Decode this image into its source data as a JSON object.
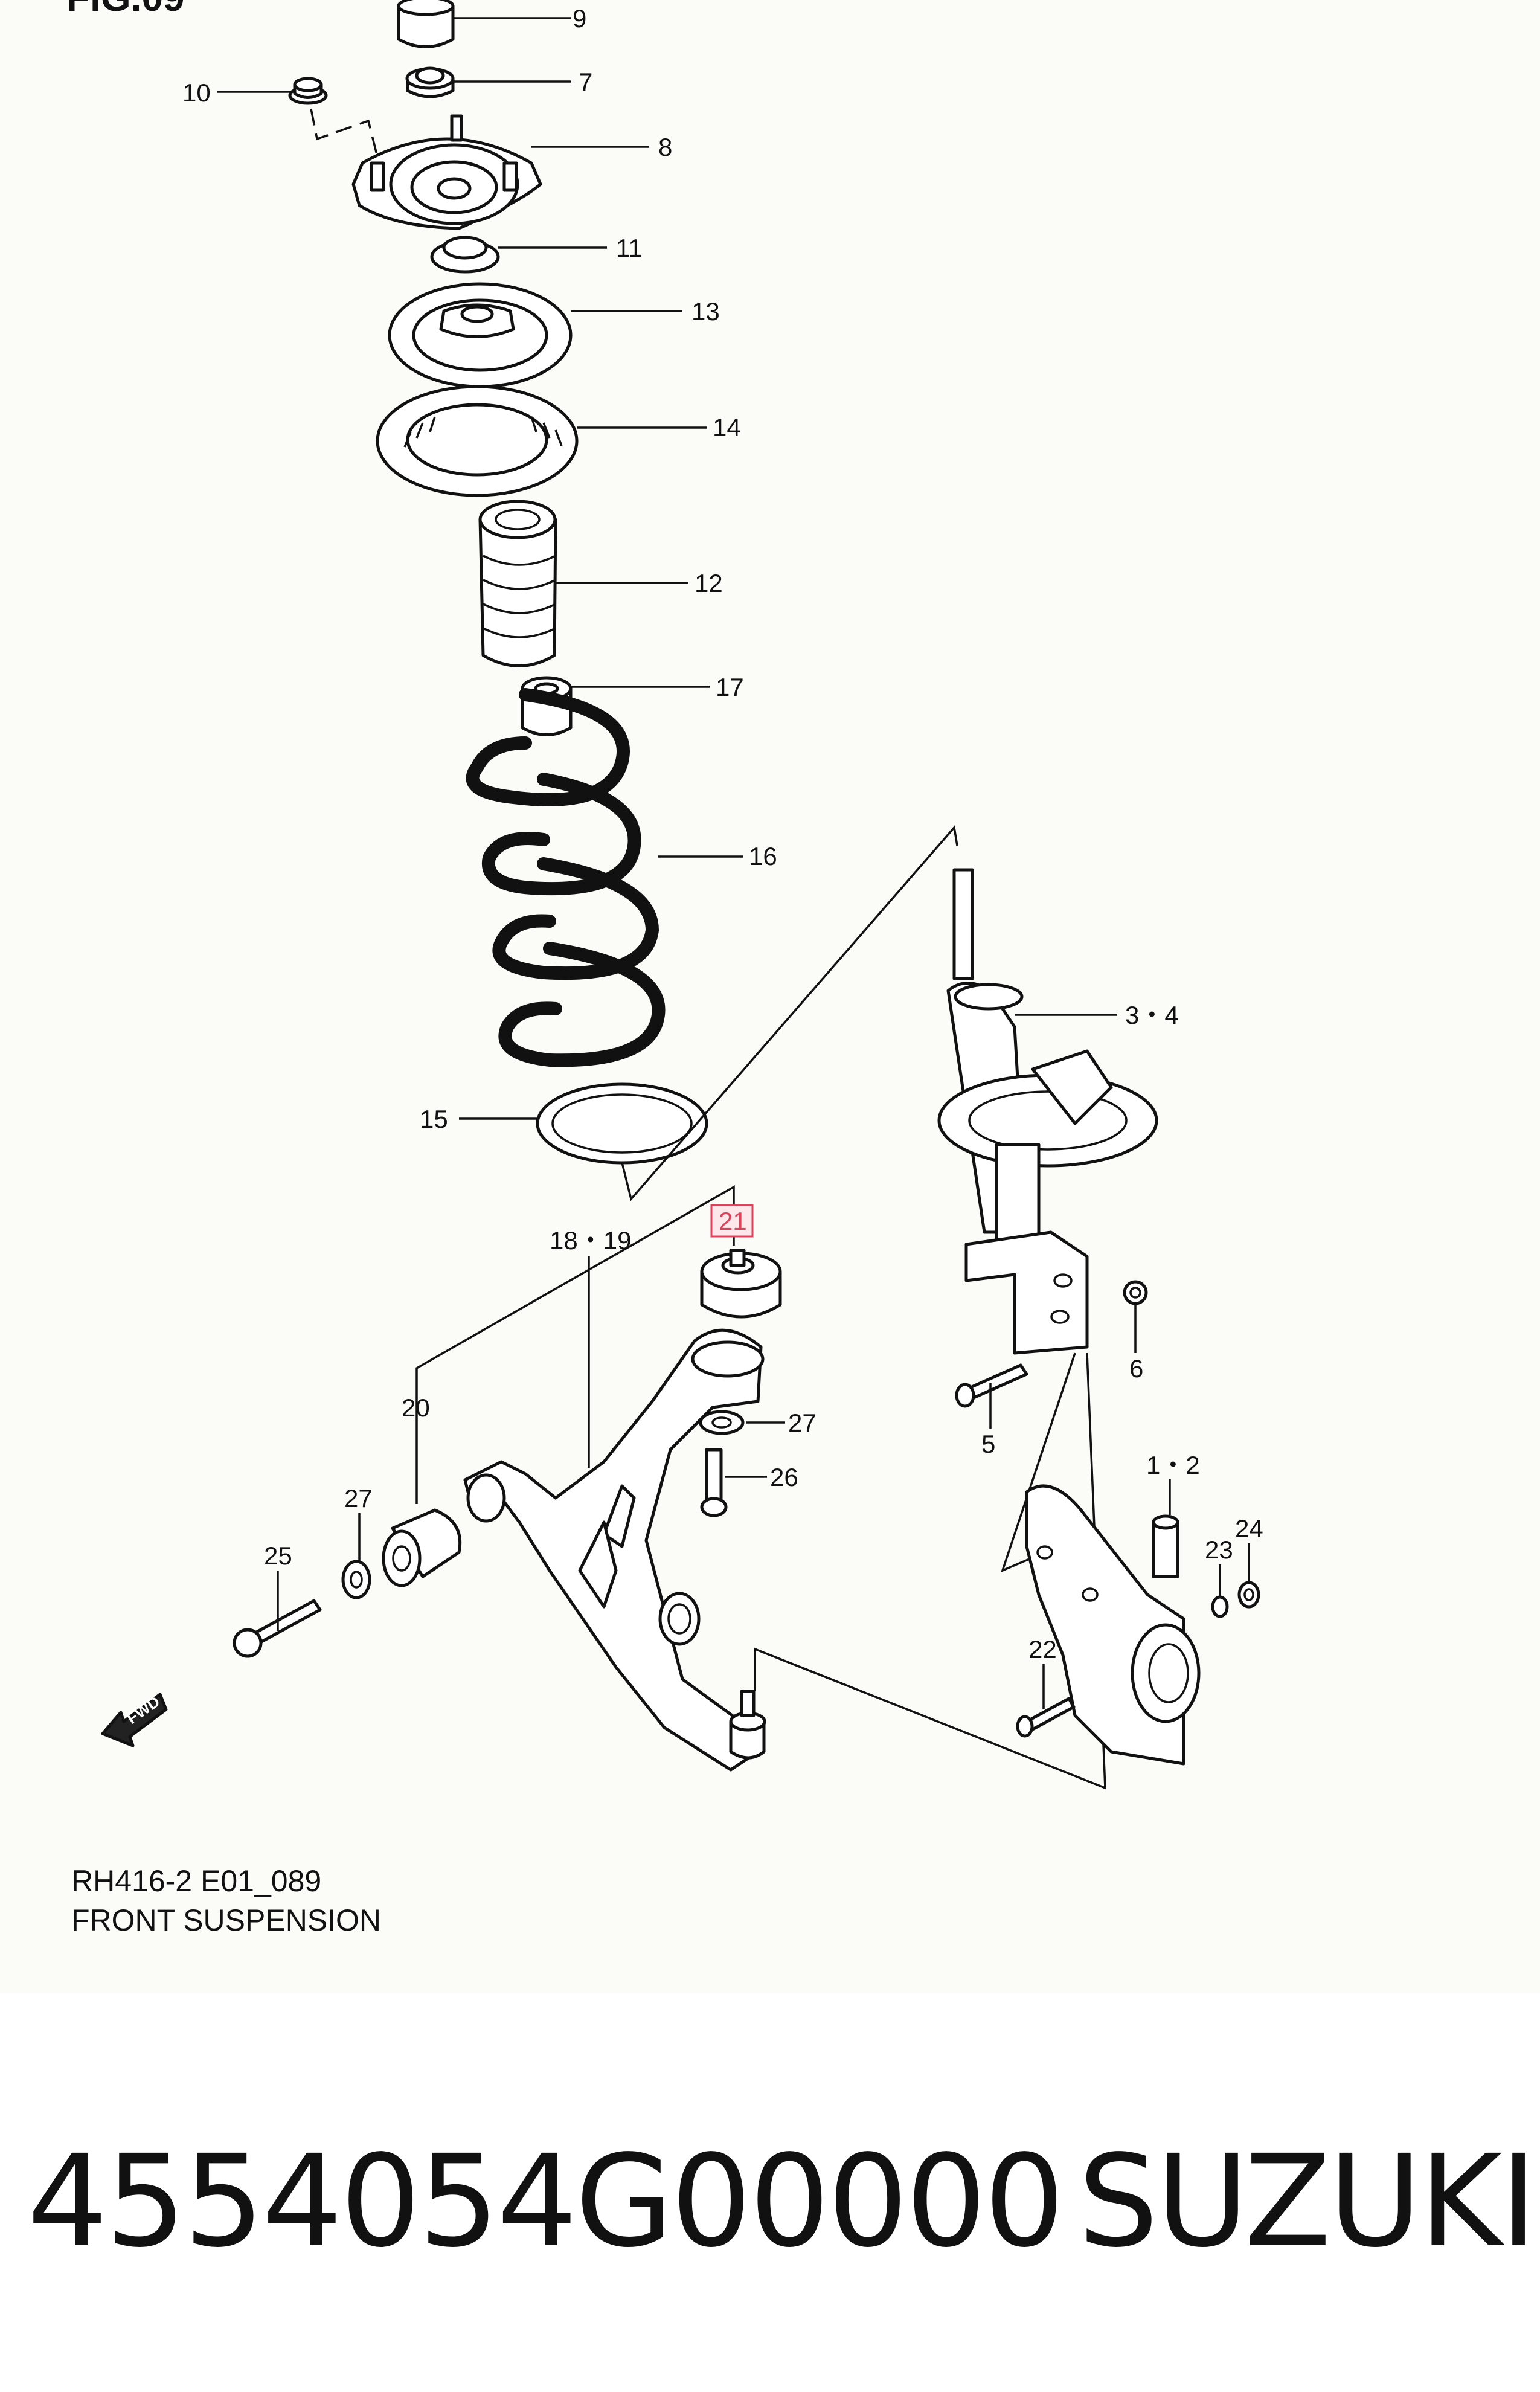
{
  "figure": {
    "title": "FIG.09",
    "caption_code": "RH416-2 E01_089",
    "caption_title": "FRONT SUSPENSION",
    "fwd_label": "FWD"
  },
  "labels": {
    "p9": "9",
    "p7": "7",
    "p10": "10",
    "p8": "8",
    "p11": "11",
    "p13": "13",
    "p14": "14",
    "p12": "12",
    "p17": "17",
    "p16": "16",
    "p15": "15",
    "p3_4": "3・4",
    "p21": "21",
    "p18_19": "18・19",
    "p6": "6",
    "p20": "20",
    "p27a": "27",
    "p26": "26",
    "p5": "5",
    "p1_2": "1・2",
    "p27b": "27",
    "p25": "25",
    "p24": "24",
    "p23": "23",
    "p22": "22"
  },
  "highlight_color": "#e0405a",
  "product": {
    "part_number": "4554054G00000",
    "brand": "SUZUKI"
  }
}
